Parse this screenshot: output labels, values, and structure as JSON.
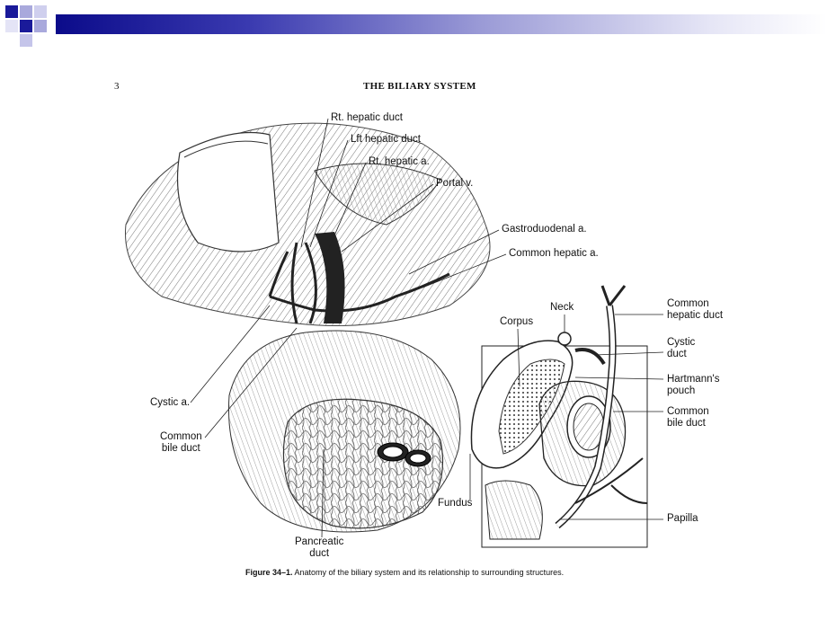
{
  "page_header": {
    "page_number": "3",
    "title": "THE BILIARY SYSTEM"
  },
  "colors": {
    "bar_dark": "#0b0b8a",
    "bar_light": "#e6e6f6",
    "square_blue": "#1a1a9a",
    "square_lilac": "#a9a9dc"
  },
  "labels": {
    "rt_hepatic_duct": "Rt. hepatic duct",
    "lft_hepatic_duct": "Lft  hepatic duct",
    "rt_hepatic_a": "Rt. hepatic a.",
    "portal_v": "Portal v.",
    "gastroduodenal_a": "Gastroduodenal a.",
    "common_hepatic_a": "Common hepatic a.",
    "cystic_a": "Cystic a.",
    "common_bile_duct_left": "Common\nbile duct",
    "pancreatic_duct": "Pancreatic\nduct",
    "fundus": "Fundus",
    "neck": "Neck",
    "corpus": "Corpus",
    "common_hepatic_duct": "Common\nhepatic duct",
    "cystic_duct": "Cystic\nduct",
    "hartmanns_pouch": "Hartmann's\npouch",
    "common_bile_duct_right": "Common\nbile duct",
    "papilla": "Papilla"
  },
  "caption": {
    "figure_label": "Figure 34–1.",
    "text": " Anatomy of the biliary system and its relationship to surrounding structures."
  }
}
